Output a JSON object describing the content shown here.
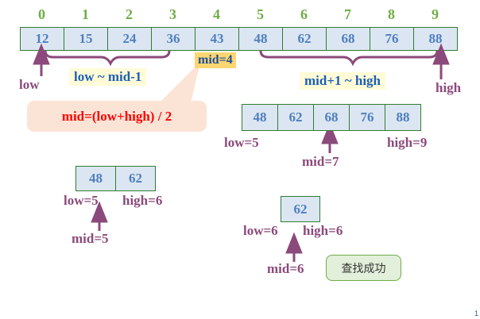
{
  "indices": [
    "0",
    "1",
    "2",
    "3",
    "4",
    "5",
    "6",
    "7",
    "8",
    "9"
  ],
  "array": [
    "12",
    "15",
    "24",
    "36",
    "43",
    "48",
    "62",
    "68",
    "76",
    "88"
  ],
  "labels": {
    "low": "low",
    "high": "high",
    "left_range": "low ~ mid-1",
    "right_range": "mid+1 ~ high",
    "mid1": "mid=4",
    "formula": "mid=(low+high) / 2"
  },
  "step2": {
    "cells": [
      "48",
      "62",
      "68",
      "76",
      "88"
    ],
    "low": "low=5",
    "high": "high=9",
    "mid": "mid=7"
  },
  "step3": {
    "cells": [
      "48",
      "62"
    ],
    "low": "low=5",
    "high": "high=6",
    "mid": "mid=5"
  },
  "step4": {
    "cells": [
      "62"
    ],
    "low": "low=6",
    "high": "high=6",
    "mid": "mid=6"
  },
  "result": "查找成功",
  "page_number": "1",
  "colors": {
    "cell_fill": "#dce6f2",
    "cell_border": "#2e7d32",
    "index": "#70ad47",
    "pointer": "#8b4a7b",
    "formula_text": "#ff0000"
  }
}
